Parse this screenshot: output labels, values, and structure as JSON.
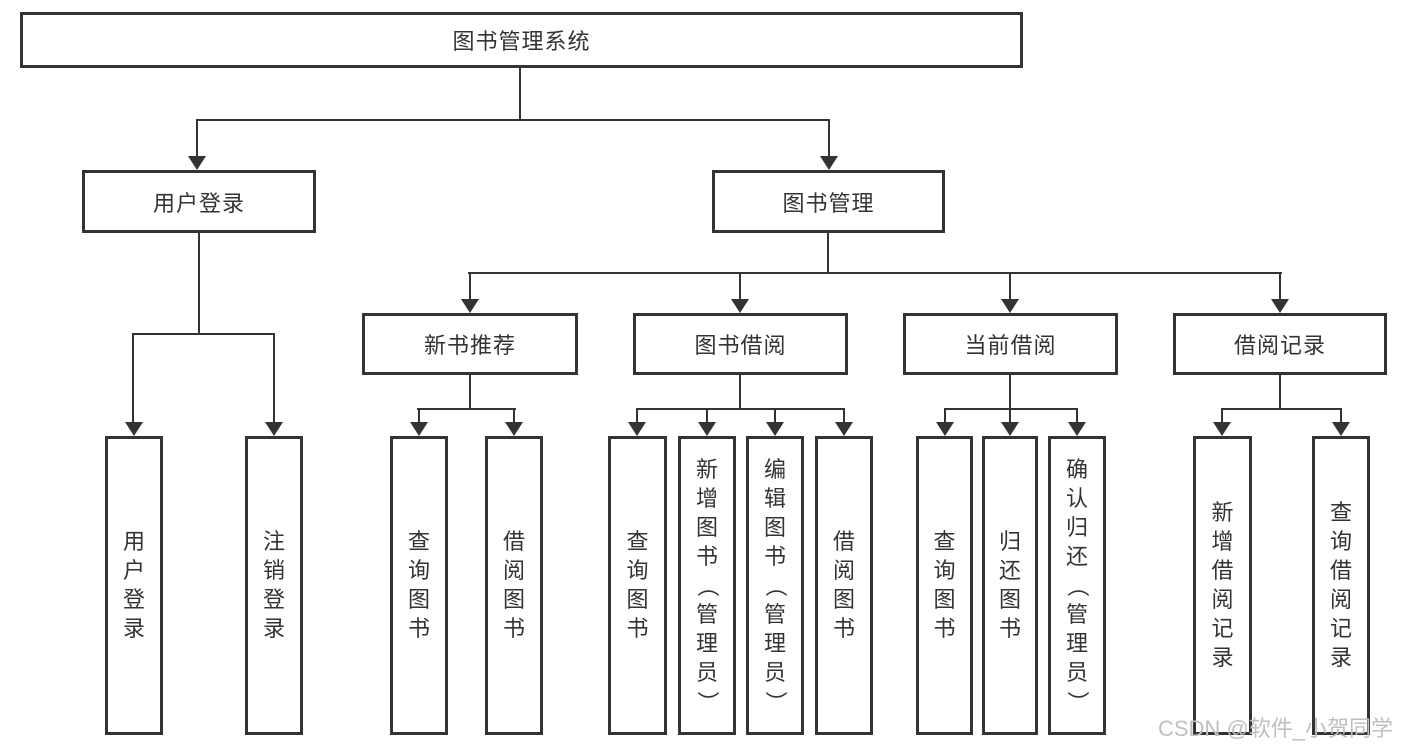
{
  "colors": {
    "line": "#333333",
    "text": "#333333",
    "watermark": "#bfbfbf",
    "background": "#ffffff"
  },
  "tree": {
    "root": {
      "label": "图书管理系统"
    },
    "branches": [
      {
        "label": "用户登录",
        "leaves": [
          {
            "label": "用户登录"
          },
          {
            "label": "注销登录"
          }
        ]
      },
      {
        "label": "图书管理",
        "groups": [
          {
            "label": "新书推荐",
            "leaves": [
              {
                "label": "查询图书"
              },
              {
                "label": "借阅图书"
              }
            ]
          },
          {
            "label": "图书借阅",
            "leaves": [
              {
                "label": "查询图书"
              },
              {
                "label": "新增图书（管理员）"
              },
              {
                "label": "编辑图书（管理员）"
              },
              {
                "label": "借阅图书"
              }
            ]
          },
          {
            "label": "当前借阅",
            "leaves": [
              {
                "label": "查询图书"
              },
              {
                "label": "归还图书"
              },
              {
                "label": "确认归还（管理员）"
              }
            ]
          },
          {
            "label": "借阅记录",
            "leaves": [
              {
                "label": "新增借阅记录"
              },
              {
                "label": "查询借阅记录"
              }
            ]
          }
        ]
      }
    ]
  },
  "watermark": {
    "label": "CSDN @软件_小贺同学"
  }
}
